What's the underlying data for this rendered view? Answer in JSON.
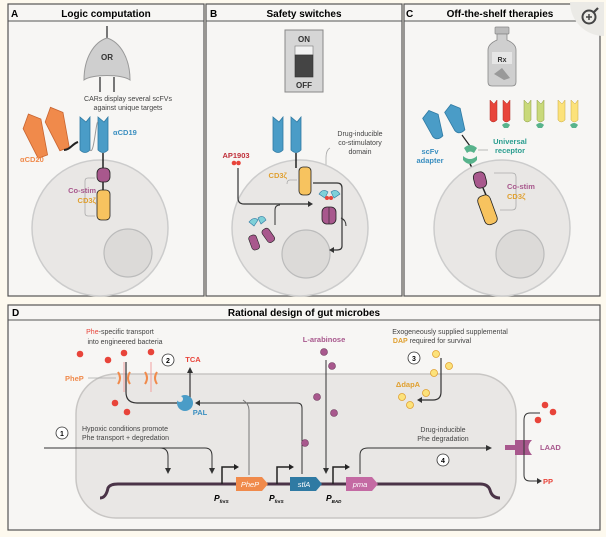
{
  "figure": {
    "panels": {
      "A": {
        "letter": "A",
        "title": "Logic computation",
        "gate_label": "OR",
        "caption_line1": "CARs display several scFVs",
        "caption_line2": "against unique targets",
        "label_cd20": "αCD20",
        "label_cd19": "αCD19",
        "label_costim": "Co-stim",
        "label_cd3": "CD3ζ"
      },
      "B": {
        "letter": "B",
        "title": "Safety switches",
        "switch_on": "ON",
        "switch_off": "OFF",
        "drug_label": "AP1903",
        "annotation_line1": "Drug-inducible",
        "annotation_line2": "co-stimulatory",
        "annotation_line3": "domain",
        "label_cd3": "CD3ζ"
      },
      "C": {
        "letter": "C",
        "title": "Off-the-shelf therapies",
        "bottle_label": "Rx",
        "adapter_line1": "scFv",
        "adapter_line2": "adapter",
        "receptor_line1": "Universal",
        "receptor_line2": "receptor",
        "label_costim": "Co-stim",
        "label_cd3": "CD3ζ"
      },
      "D": {
        "letter": "D",
        "title": "Rational design of gut microbes",
        "phe_transport_prefix": "Phe",
        "phe_transport_line1_rest": "-specific transport",
        "phe_transport_line2": "into engineered bacteria",
        "phep_label": "PheP",
        "tca_label": "TCA",
        "pal_label": "PAL",
        "arabinose_label": "L-arabinose",
        "dap_line1": "Exogeneously supplied supplemental",
        "dap_prefix": "DAP",
        "dap_line2_rest": " required for survival",
        "dapa_label": "ΔdapA",
        "hypoxic_line1": "Hypoxic conditions promote",
        "hypoxic_line2": "Phe transport + degredation",
        "drug_line1": "Drug-inducible",
        "drug_line2": "Phe degradation",
        "laad_label": "LAAD",
        "pp_label": "PP",
        "steps": [
          "1",
          "2",
          "3",
          "4"
        ],
        "genes": [
          "PheP",
          "stlA",
          "pma"
        ],
        "promoters": [
          {
            "p": "P",
            "sub": "fnrS"
          },
          {
            "p": "P",
            "sub": "fnrS"
          },
          {
            "p": "P",
            "sub": "BAD"
          }
        ]
      }
    },
    "zoom_button_icon": "zoom-in-icon"
  },
  "colors": {
    "orange": "#f08a4b",
    "blue": "#4a9cc7",
    "purple": "#a8588d",
    "yellow": "#f7c35f",
    "red": "#e8443a",
    "green": "#58b38c",
    "teal_text": "#2a9d8f",
    "cell": "#e9e7e5",
    "panel_bg": "#f7f6f4"
  }
}
